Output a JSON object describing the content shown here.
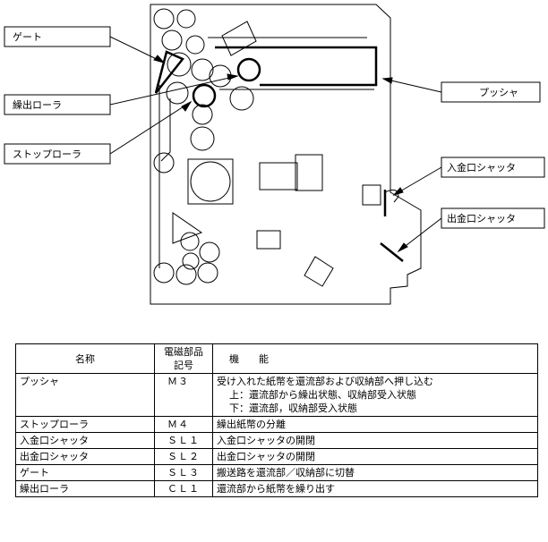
{
  "labels": {
    "gate": "ゲート",
    "feed_roller": "繰出ローラ",
    "stop_roller": "ストップローラ",
    "pusher": "プッシャ",
    "inlet_shutter": "入金口シャッタ",
    "outlet_shutter": "出金口シャッタ"
  },
  "table": {
    "headers": {
      "name": "名称",
      "symbol": "電磁部品\n記号",
      "function": "機　　能"
    },
    "rows": [
      {
        "name": "プッシャ",
        "symbol": "Ｍ３",
        "function": "受け入れた紙幣を還流部および収納部へ押し込む",
        "sub": [
          "上：還流部から繰出状態、収納部受入状態",
          "下：還流部，収納部受入状態"
        ]
      },
      {
        "name": "ストップローラ",
        "symbol": "Ｍ４",
        "function": "繰出紙幣の分離",
        "sub": []
      },
      {
        "name": "入金口シャッタ",
        "symbol": "ＳＬ１",
        "function": "入金口シャッタの開閉",
        "sub": []
      },
      {
        "name": "出金口シャッタ",
        "symbol": "ＳＬ２",
        "function": "出金口シャッタの開閉",
        "sub": []
      },
      {
        "name": "ゲート",
        "symbol": "ＳＬ３",
        "function": "搬送路を還流部／収納部に切替",
        "sub": []
      },
      {
        "name": "繰出ローラ",
        "symbol": "ＣＬ１",
        "function": "還流部から紙幣を繰り出す",
        "sub": []
      }
    ]
  }
}
